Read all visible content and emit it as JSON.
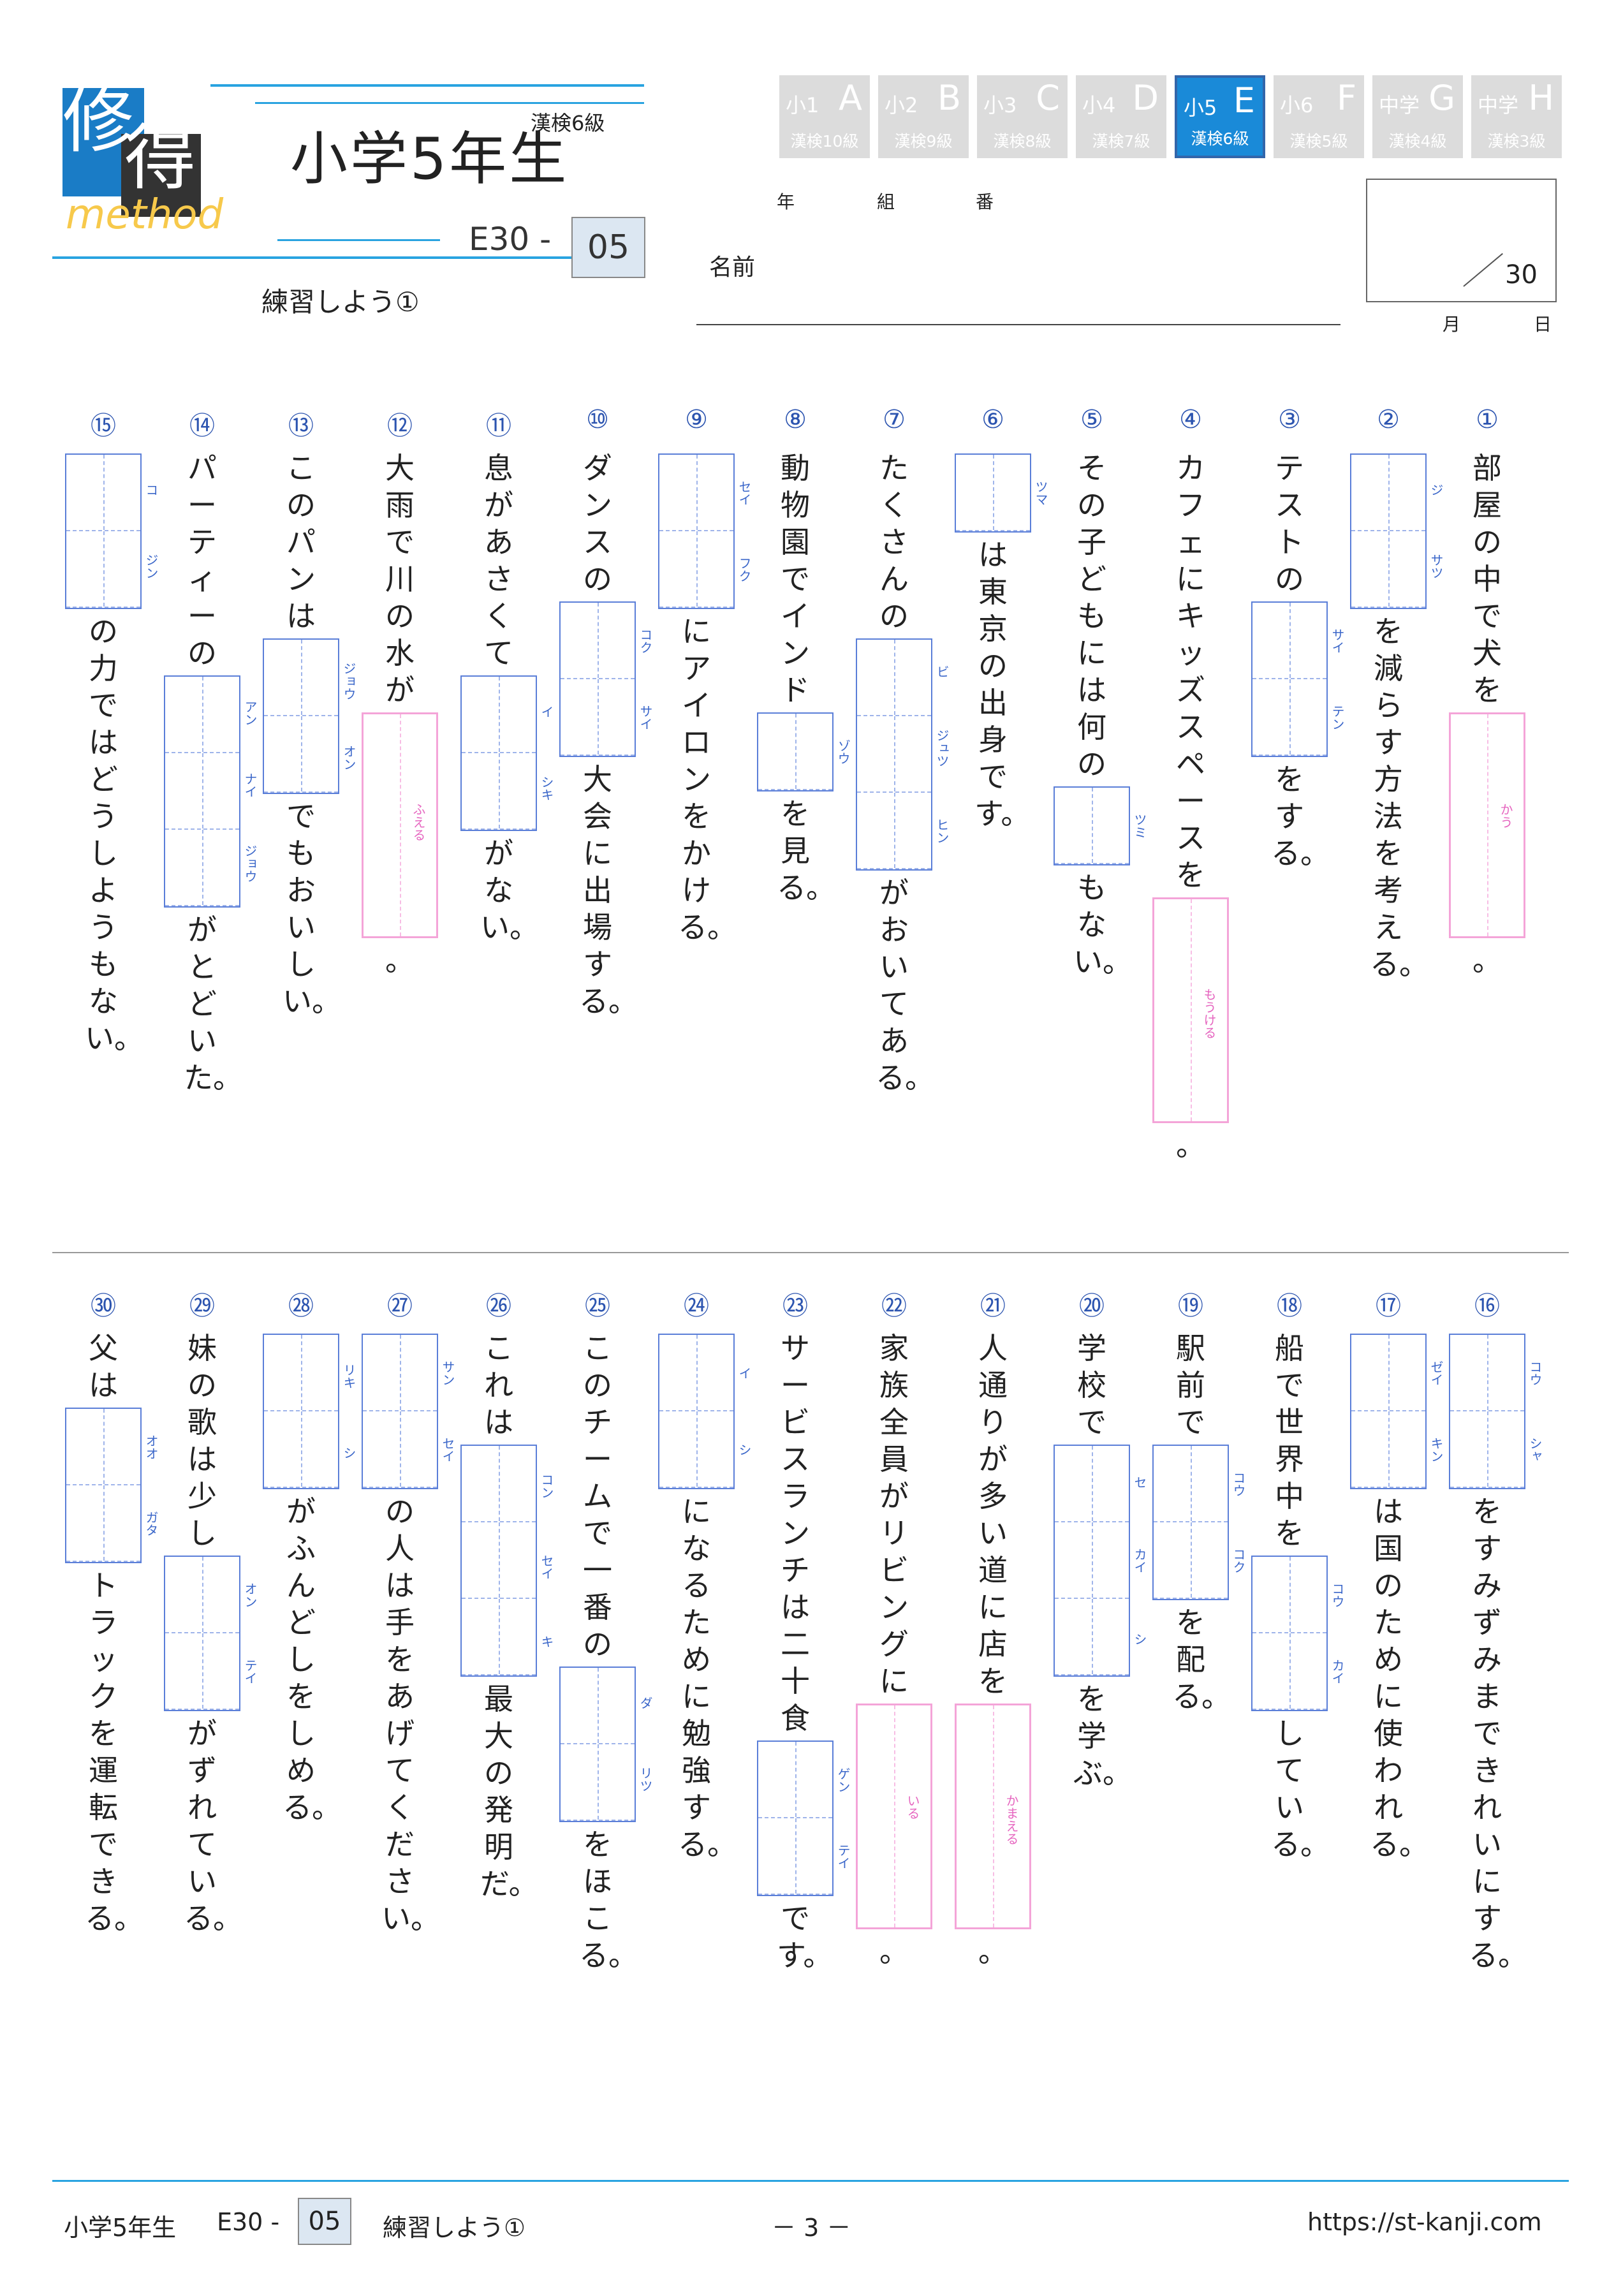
{
  "header": {
    "logo_kanji_1": "修",
    "logo_kanji_2": "得",
    "logo_text": "method",
    "title": "小学5年生",
    "kanken_level": "漢検6級",
    "code_prefix": "E30 -",
    "code_number": "05",
    "subtitle": "練習しよう①"
  },
  "levels": [
    {
      "grade": "小1",
      "letter": "A",
      "kanken": "漢検10級",
      "active": false
    },
    {
      "grade": "小2",
      "letter": "B",
      "kanken": "漢検9級",
      "active": false
    },
    {
      "grade": "小3",
      "letter": "C",
      "kanken": "漢検8級",
      "active": false
    },
    {
      "grade": "小4",
      "letter": "D",
      "kanken": "漢検7級",
      "active": false
    },
    {
      "grade": "小5",
      "letter": "E",
      "kanken": "漢検6級",
      "active": true
    },
    {
      "grade": "小6",
      "letter": "F",
      "kanken": "漢検5級",
      "active": false
    },
    {
      "grade": "中学",
      "letter": "G",
      "kanken": "漢検4級",
      "active": false
    },
    {
      "grade": "中学",
      "letter": "H",
      "kanken": "漢検3級",
      "active": false
    }
  ],
  "student": {
    "year_label": "年",
    "class_label": "組",
    "number_label": "番",
    "name_label": "名前"
  },
  "score": {
    "total": "30",
    "month_label": "月",
    "day_label": "日"
  },
  "questions": [
    {
      "num": "①",
      "parts": [
        {
          "t": "text",
          "v": "部屋の中で犬を"
        },
        {
          "t": "pink",
          "hint": "かう",
          "cells": 3
        },
        {
          "t": "text",
          "v": "。"
        }
      ]
    },
    {
      "num": "②",
      "parts": [
        {
          "t": "box",
          "readings": [
            "ジ",
            "サツ"
          ]
        },
        {
          "t": "text",
          "v": "を減らす方法を考える。"
        }
      ]
    },
    {
      "num": "③",
      "parts": [
        {
          "t": "text",
          "v": "テストの"
        },
        {
          "t": "box",
          "readings": [
            "サイ",
            "テン"
          ]
        },
        {
          "t": "text",
          "v": "をする。"
        }
      ]
    },
    {
      "num": "④",
      "parts": [
        {
          "t": "text",
          "v": "カフェにキッズスペースを"
        },
        {
          "t": "pink",
          "hint": "もうける",
          "cells": 3
        },
        {
          "t": "text",
          "v": "。"
        }
      ]
    },
    {
      "num": "⑤",
      "parts": [
        {
          "t": "text",
          "v": "その子どもには何の"
        },
        {
          "t": "box",
          "readings": [
            "ツミ"
          ]
        },
        {
          "t": "text",
          "v": "もない。"
        }
      ]
    },
    {
      "num": "⑥",
      "parts": [
        {
          "t": "box",
          "readings": [
            "ツマ"
          ]
        },
        {
          "t": "text",
          "v": "は東京の出身です。"
        }
      ]
    },
    {
      "num": "⑦",
      "parts": [
        {
          "t": "text",
          "v": "たくさんの"
        },
        {
          "t": "box",
          "readings": [
            "ビ",
            "ジュツ",
            "ヒン"
          ]
        },
        {
          "t": "text",
          "v": "がおいてある。"
        }
      ]
    },
    {
      "num": "⑧",
      "parts": [
        {
          "t": "text",
          "v": "動物園でインド"
        },
        {
          "t": "box",
          "readings": [
            "ゾウ"
          ]
        },
        {
          "t": "text",
          "v": "を見る。"
        }
      ]
    },
    {
      "num": "⑨",
      "parts": [
        {
          "t": "box",
          "readings": [
            "セイ",
            "フク"
          ]
        },
        {
          "t": "text",
          "v": "にアイロンをかける。"
        }
      ]
    },
    {
      "num": "⑩",
      "parts": [
        {
          "t": "text",
          "v": "ダンスの"
        },
        {
          "t": "box",
          "readings": [
            "コク",
            "サイ"
          ]
        },
        {
          "t": "text",
          "v": "大会に出場する。"
        }
      ]
    },
    {
      "num": "⑪",
      "parts": [
        {
          "t": "text",
          "v": "息があさくて"
        },
        {
          "t": "box",
          "readings": [
            "イ",
            "シキ"
          ]
        },
        {
          "t": "text",
          "v": "がない。"
        }
      ]
    },
    {
      "num": "⑫",
      "parts": [
        {
          "t": "text",
          "v": "大雨で川の水が"
        },
        {
          "t": "pink",
          "hint": "ふえる",
          "cells": 3
        },
        {
          "t": "text",
          "v": "。"
        }
      ]
    },
    {
      "num": "⑬",
      "parts": [
        {
          "t": "text",
          "v": "このパンは"
        },
        {
          "t": "box",
          "readings": [
            "ジョウ",
            "オン"
          ]
        },
        {
          "t": "text",
          "v": "でもおいしい。"
        }
      ]
    },
    {
      "num": "⑭",
      "parts": [
        {
          "t": "text",
          "v": "パーティーの"
        },
        {
          "t": "box",
          "readings": [
            "アン",
            "ナイ",
            "ジョウ"
          ]
        },
        {
          "t": "text",
          "v": "がとどいた。"
        }
      ]
    },
    {
      "num": "⑮",
      "parts": [
        {
          "t": "box",
          "readings": [
            "コ",
            "ジン"
          ]
        },
        {
          "t": "text",
          "v": "の力ではどうしようもない。"
        }
      ]
    },
    {
      "num": "⑯",
      "parts": [
        {
          "t": "box",
          "readings": [
            "コウ",
            "シャ"
          ]
        },
        {
          "t": "text",
          "v": "をすみずみまできれいにする。"
        }
      ]
    },
    {
      "num": "⑰",
      "parts": [
        {
          "t": "box",
          "readings": [
            "ゼイ",
            "キン"
          ]
        },
        {
          "t": "text",
          "v": "は国のために使われる。"
        }
      ]
    },
    {
      "num": "⑱",
      "parts": [
        {
          "t": "text",
          "v": "船で世界中を"
        },
        {
          "t": "box",
          "readings": [
            "コウ",
            "カイ"
          ]
        },
        {
          "t": "text",
          "v": "している。"
        }
      ]
    },
    {
      "num": "⑲",
      "parts": [
        {
          "t": "text",
          "v": "駅前で"
        },
        {
          "t": "box",
          "readings": [
            "コウ",
            "コク"
          ]
        },
        {
          "t": "text",
          "v": "を配る。"
        }
      ]
    },
    {
      "num": "⑳",
      "parts": [
        {
          "t": "text",
          "v": "学校で"
        },
        {
          "t": "box",
          "readings": [
            "セ",
            "カイ",
            "シ"
          ]
        },
        {
          "t": "text",
          "v": "を学ぶ。"
        }
      ]
    },
    {
      "num": "㉑",
      "parts": [
        {
          "t": "text",
          "v": "人通りが多い道に店を"
        },
        {
          "t": "pink",
          "hint": "かまえる",
          "cells": 3
        },
        {
          "t": "text",
          "v": "。"
        }
      ]
    },
    {
      "num": "㉒",
      "parts": [
        {
          "t": "text",
          "v": "家族全員がリビングに"
        },
        {
          "t": "pink",
          "hint": "いる",
          "cells": 3
        },
        {
          "t": "text",
          "v": "。"
        }
      ]
    },
    {
      "num": "㉓",
      "parts": [
        {
          "t": "text",
          "v": "サービスランチは二十食"
        },
        {
          "t": "box",
          "readings": [
            "ゲン",
            "テイ"
          ]
        },
        {
          "t": "text",
          "v": "です。"
        }
      ]
    },
    {
      "num": "㉔",
      "parts": [
        {
          "t": "box",
          "readings": [
            "イ",
            "シ"
          ]
        },
        {
          "t": "text",
          "v": "になるために勉強する。"
        }
      ]
    },
    {
      "num": "㉕",
      "parts": [
        {
          "t": "text",
          "v": "このチームで一番の"
        },
        {
          "t": "box",
          "readings": [
            "ダ",
            "リツ"
          ]
        },
        {
          "t": "text",
          "v": "をほこる。"
        }
      ]
    },
    {
      "num": "㉖",
      "parts": [
        {
          "t": "text",
          "v": "これは"
        },
        {
          "t": "box",
          "readings": [
            "コン",
            "セイ",
            "キ"
          ]
        },
        {
          "t": "text",
          "v": "最大の発明だ。"
        }
      ]
    },
    {
      "num": "㉗",
      "parts": [
        {
          "t": "box",
          "readings": [
            "サン",
            "セイ"
          ]
        },
        {
          "t": "text",
          "v": "の人は手をあげてください。"
        }
      ]
    },
    {
      "num": "㉘",
      "parts": [
        {
          "t": "box",
          "readings": [
            "リキ",
            "シ"
          ]
        },
        {
          "t": "text",
          "v": "がふんどしをしめる。"
        }
      ]
    },
    {
      "num": "㉙",
      "parts": [
        {
          "t": "text",
          "v": "妹の歌は少し"
        },
        {
          "t": "box",
          "readings": [
            "オン",
            "テイ"
          ]
        },
        {
          "t": "text",
          "v": "がずれている。"
        }
      ]
    },
    {
      "num": "㉚",
      "parts": [
        {
          "t": "text",
          "v": "父は"
        },
        {
          "t": "box",
          "readings": [
            "オオ",
            "ガタ"
          ]
        },
        {
          "t": "text",
          "v": "トラックを運転できる。"
        }
      ]
    }
  ],
  "footer": {
    "title": "小学5年生",
    "code_prefix": "E30 -",
    "code_number": "05",
    "subtitle": "練習しよう①",
    "page": "－ 3 －",
    "url": "https://st-kanji.com"
  }
}
